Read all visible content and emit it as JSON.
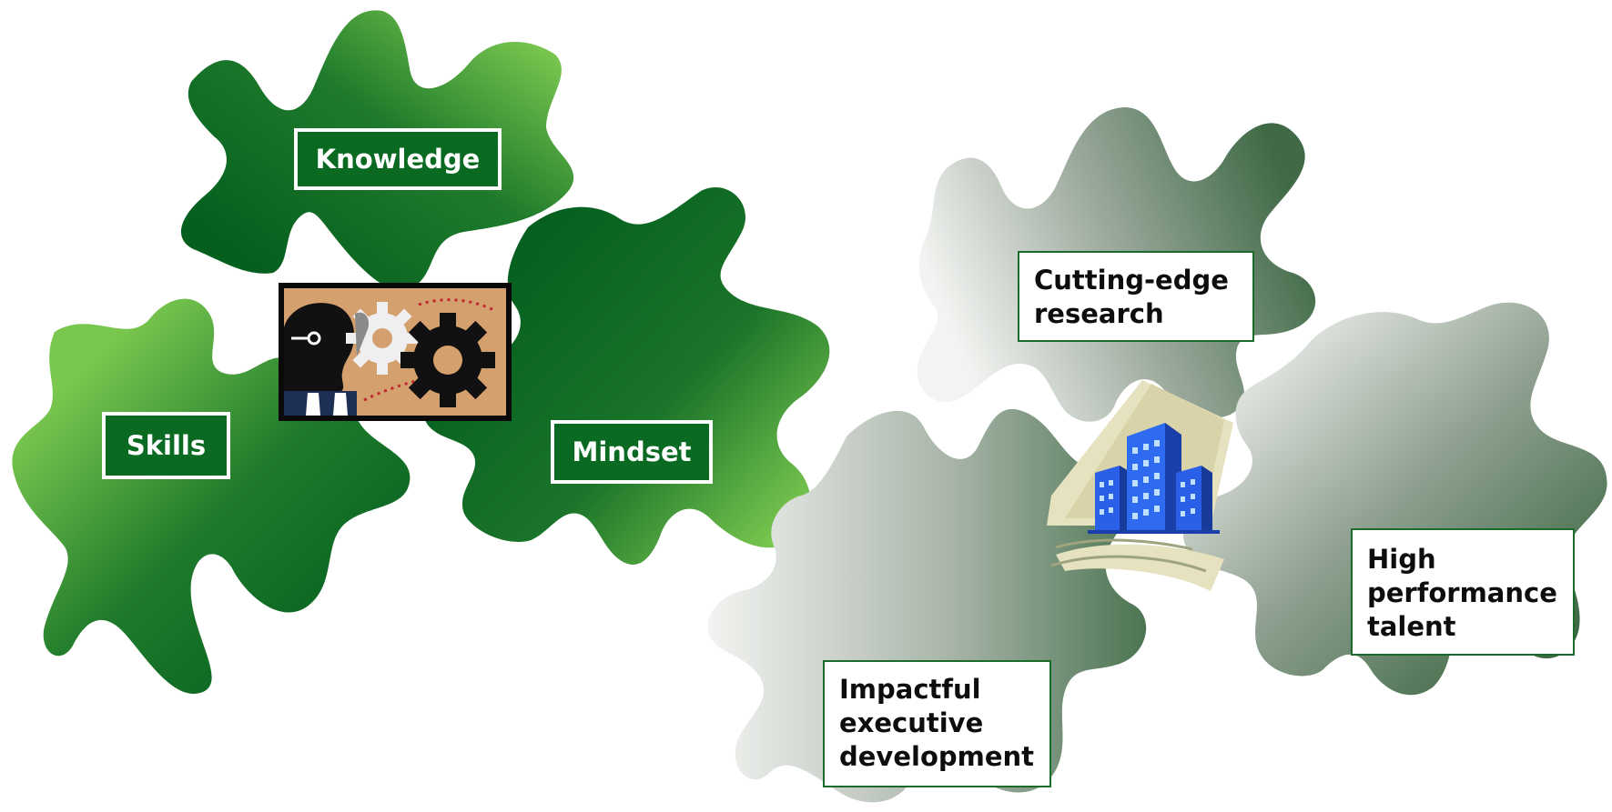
{
  "colors": {
    "dark_green": "#05601f",
    "light_green": "#7ac74f",
    "grey_light": "#f2f3f1",
    "grey_dark": "#3f6a45",
    "label_green_fill": "#0b6a22",
    "label_border_green": "#1b6b2a"
  },
  "left_cluster": {
    "pieces": [
      "green-puzzle-piece-top",
      "green-puzzle-piece-left",
      "green-puzzle-piece-right"
    ],
    "labels": {
      "knowledge": "Knowledge",
      "skills": "Skills",
      "mindset": "Mindset"
    },
    "center_icon": "businessman-with-gears-icon"
  },
  "right_cluster": {
    "pieces": [
      "grey-puzzle-piece-top",
      "grey-puzzle-piece-left",
      "grey-puzzle-piece-right"
    ],
    "labels": {
      "research": "Cutting-edge\nresearch",
      "talent": "High\nperformance\ntalent",
      "exec": "Impactful\nexecutive\ndevelopment"
    },
    "center_icon": "office-building-icon"
  }
}
